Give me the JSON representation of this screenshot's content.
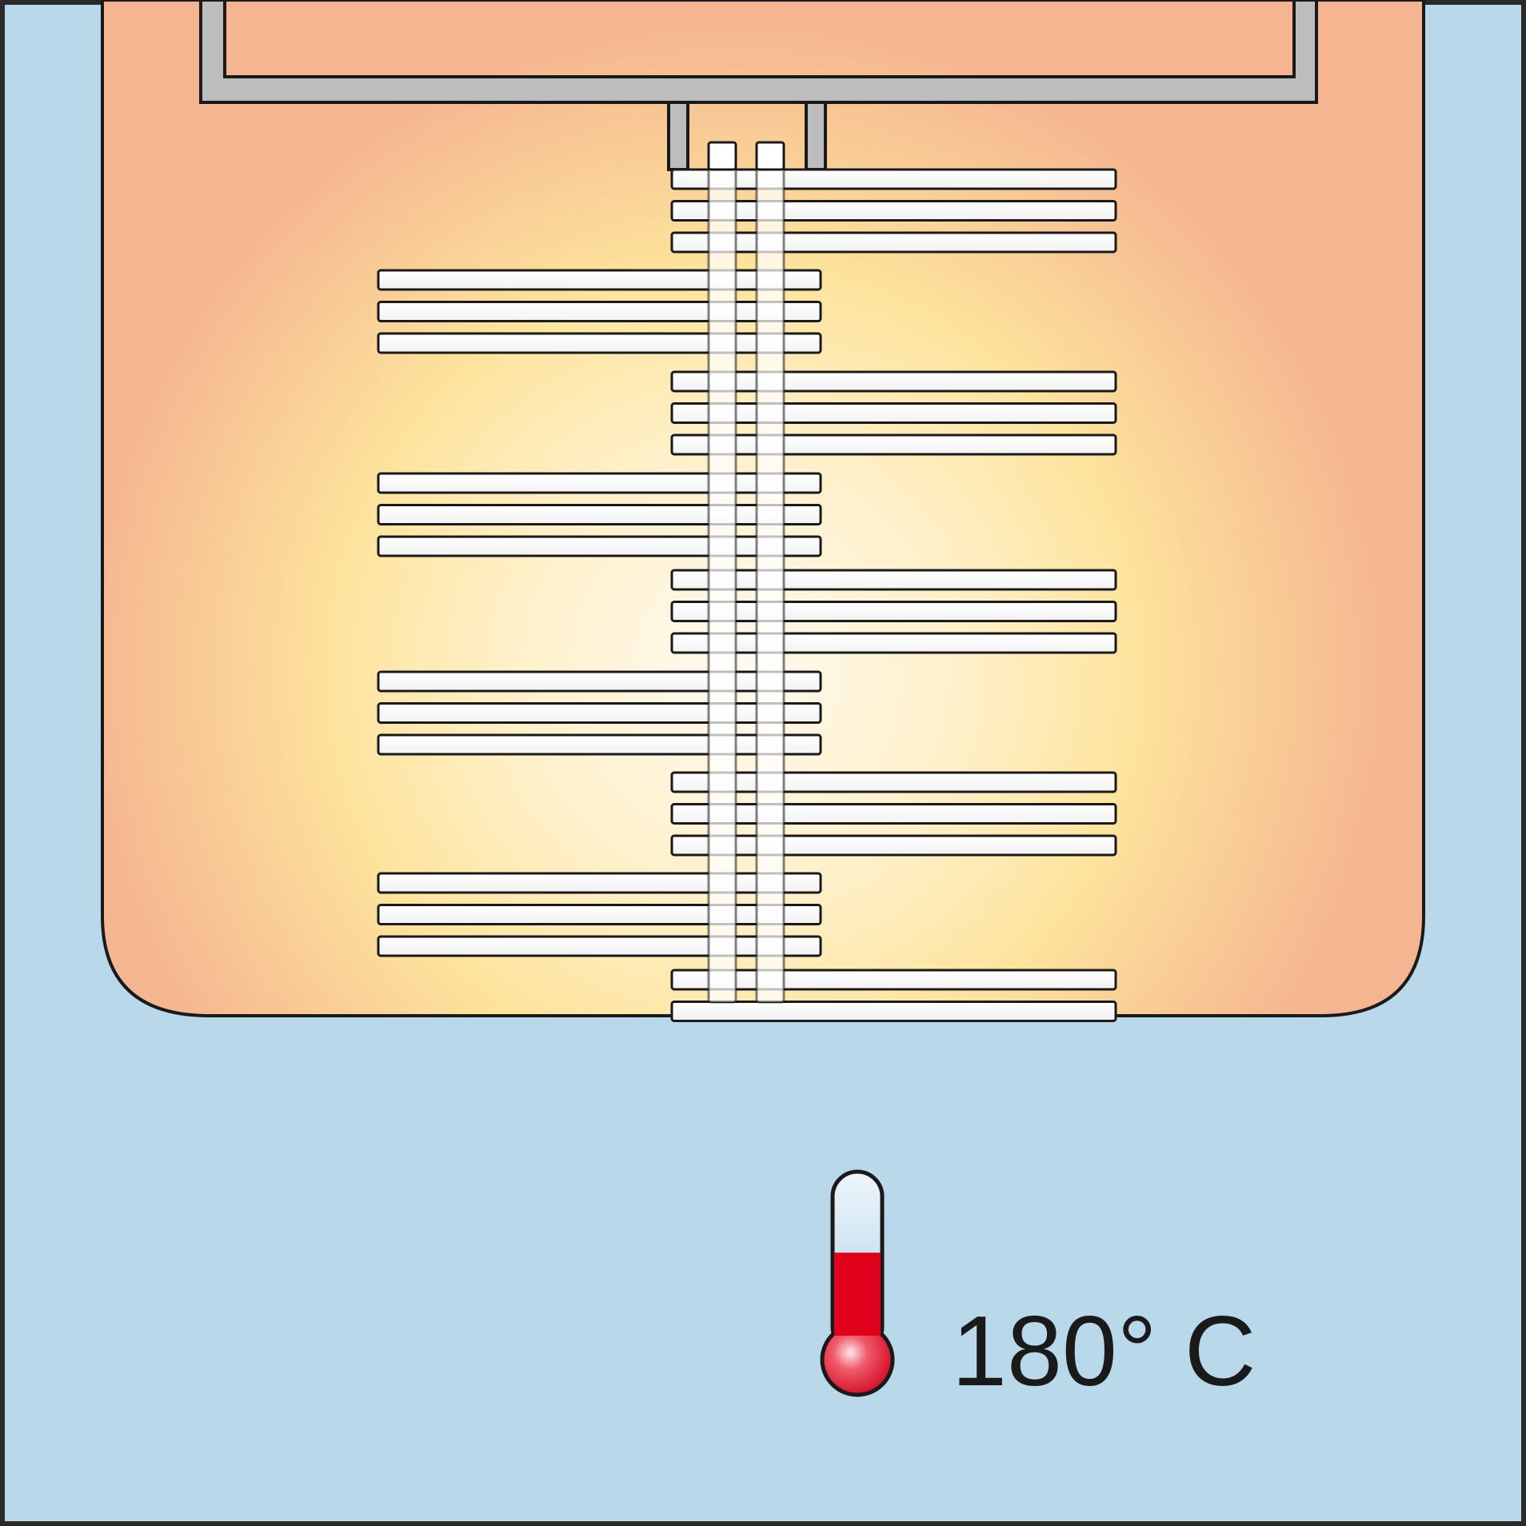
{
  "diagram": {
    "colors": {
      "background": "#b9d8ea",
      "enclosure_outer": "#f5b590",
      "glow_inner": "#fffaf0",
      "glow_mid": "#fde39c",
      "rail": "#ffffff",
      "pipe": "#bdbdbd",
      "outline": "#1a1a1a",
      "thermometer_top": "#d4e8f5",
      "thermometer_fill": "#e0001b"
    },
    "rails": {
      "right_group_rows": [
        3,
        3,
        3,
        3,
        2
      ],
      "left_group_rows": [
        3,
        3,
        3,
        3
      ]
    },
    "thermometer": {
      "icon": "thermometer-icon",
      "fill_level": 0.55,
      "label": "180° C"
    }
  }
}
